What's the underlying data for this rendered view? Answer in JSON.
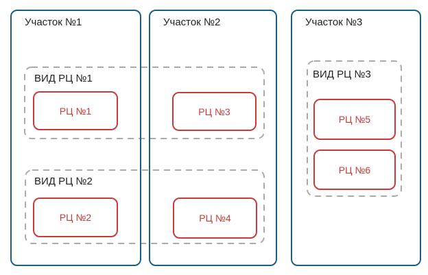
{
  "diagram": {
    "sections": [
      {
        "label": "Участок №1"
      },
      {
        "label": "Участок №2"
      },
      {
        "label": "Участок №3"
      }
    ],
    "groups": [
      {
        "label": "ВИД РЦ №1"
      },
      {
        "label": "ВИД РЦ №2"
      },
      {
        "label": "ВИД РЦ №3"
      }
    ],
    "nodes": [
      {
        "label": "РЦ №1"
      },
      {
        "label": "РЦ №2"
      },
      {
        "label": "РЦ №3"
      },
      {
        "label": "РЦ №4"
      },
      {
        "label": "РЦ №5"
      },
      {
        "label": "РЦ №6"
      }
    ]
  },
  "colors": {
    "section_border": "#1a5f82",
    "group_border": "#ababab",
    "node_accent": "#cb3a38",
    "text": "#1f1f1f",
    "background": "#ffffff"
  }
}
